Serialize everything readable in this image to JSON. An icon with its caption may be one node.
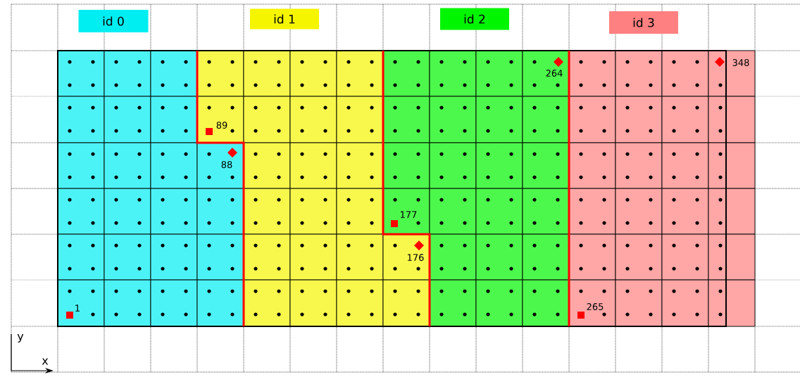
{
  "diagram": {
    "labels": [
      "1",
      "89",
      "88",
      "177",
      "176",
      "264",
      "265",
      "348",
      "y",
      "x"
    ],
    "legend": [
      {
        "text": "id 0",
        "color": "#00eef2"
      },
      {
        "text": "id 1",
        "color": "#f5f500"
      },
      {
        "text": "id 2",
        "color": "#00f500"
      },
      {
        "text": "id 3",
        "color": "#ff8080"
      }
    ]
  }
}
